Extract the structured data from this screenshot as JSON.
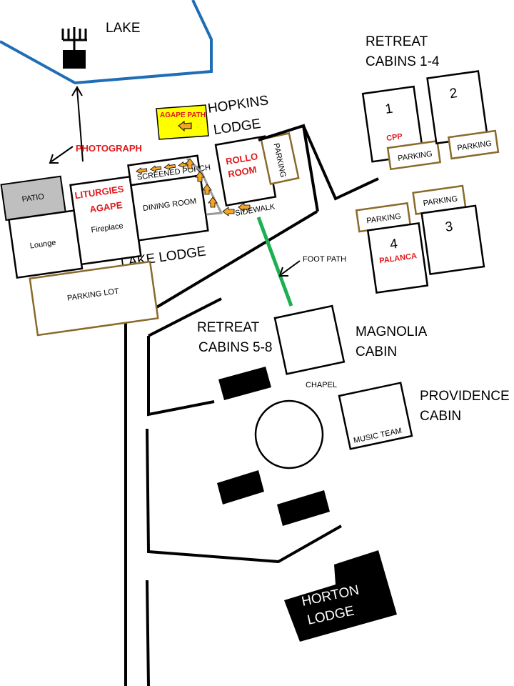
{
  "colors": {
    "road": "#000000",
    "lake_shore": "#1f6db5",
    "parking_outline": "#8a6a2a",
    "foot_path": "#1db050",
    "patio_fill": "#bfbfbf",
    "sign_fill": "#ffff00",
    "arrow_fill": "#f5a623",
    "highlight_text": "#e0191b"
  },
  "labels": {
    "lake": "LAKE",
    "retreat_cabins_1_4_line1": "RETREAT",
    "retreat_cabins_1_4_line2": "CABINS 1-4",
    "hopkins_line1": "HOPKINS",
    "hopkins_line2": "LODGE",
    "agape_path": "AGAPE PATH",
    "photograph": "PHOTOGRAPH",
    "patio": "PATIO",
    "liturgies": "LITURGIES",
    "agape": "AGAPE",
    "fireplace": "Fireplace",
    "screened_porch": "SCREENED PORCH",
    "dining_room": "DINING ROOM",
    "rollo_line1": "ROLLO",
    "rollo_line2": "ROOM",
    "parking": "PARKING",
    "sidewalk": "SIDEWALK",
    "lounge": "Lounge",
    "lake_lodge": "LAKE LODGE",
    "parking_lot": "PARKING LOT",
    "foot_path": "FOOT PATH",
    "cabin_1": "1",
    "cabin_2": "2",
    "cabin_3": "3",
    "cabin_4": "4",
    "cpp": "CPP",
    "palanca": "PALANCA",
    "retreat_cabins_5_8_line1": "RETREAT",
    "retreat_cabins_5_8_line2": "CABINS 5-8",
    "magnolia_line1": "MAGNOLIA",
    "magnolia_line2": "CABIN",
    "chapel": "CHAPEL",
    "providence_line1": "PROVIDENCE",
    "providence_line2": "CABIN",
    "music_team": "MUSIC TEAM",
    "horton_line1": "HORTON",
    "horton_line2": "LODGE"
  }
}
